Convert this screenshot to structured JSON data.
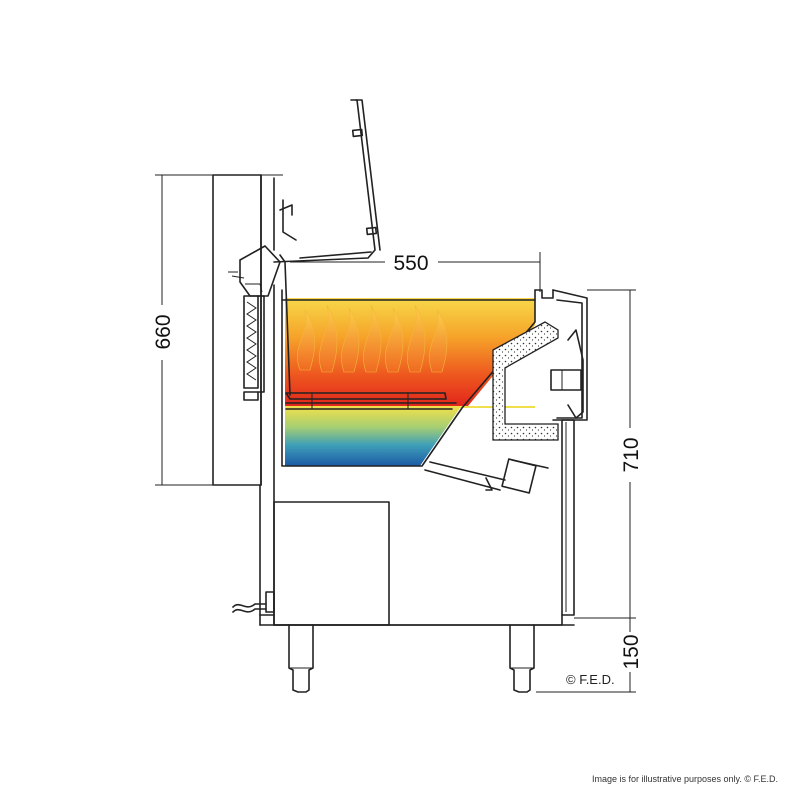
{
  "dimensions": {
    "height_left": "660",
    "width_top": "550",
    "height_right": "710",
    "leg_height": "150"
  },
  "copyright": "© F.E.D.",
  "disclaimer": "Image is for illustrative purposes only. © F.E.D.",
  "colors": {
    "flame_top": "#f7c431",
    "flame_mid": "#f07a1e",
    "flame_bottom": "#e02a1e",
    "oil_top": "#f2e24a",
    "oil_mid": "#6bbd9a",
    "oil_bottom": "#1a5ea8",
    "line": "#222222"
  }
}
